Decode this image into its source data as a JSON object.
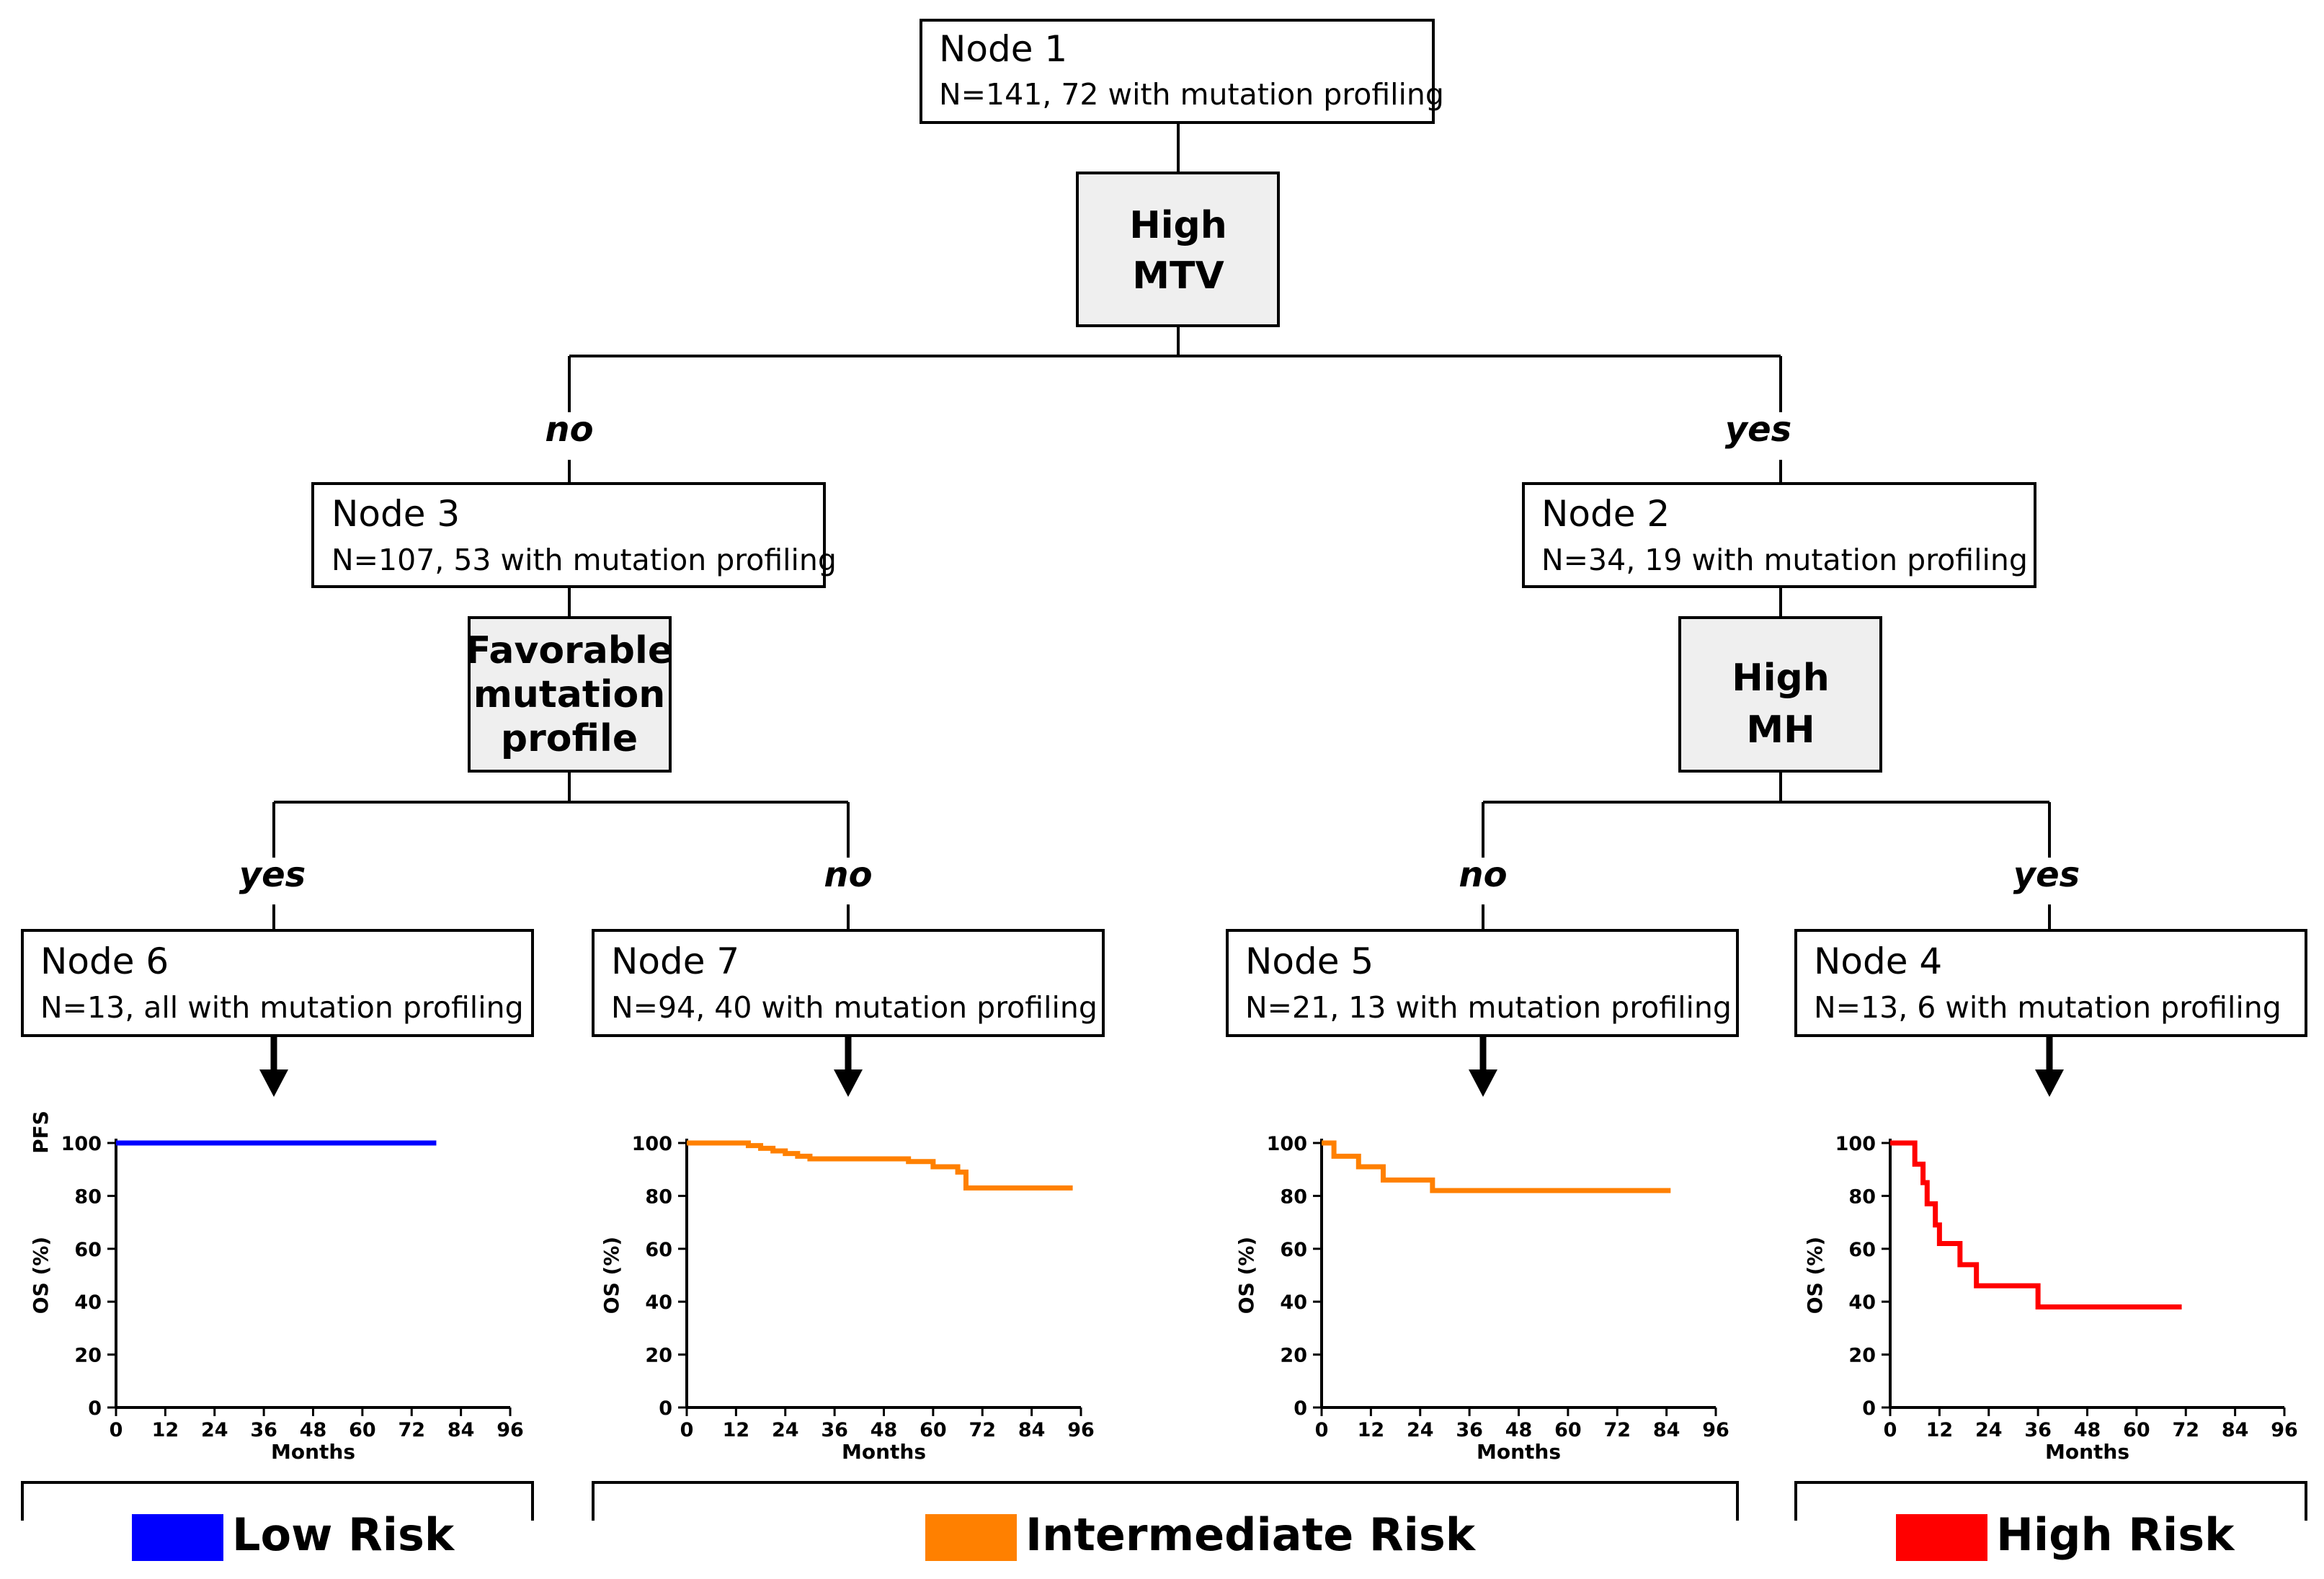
{
  "nodes": {
    "node1": {
      "title": "Node 1",
      "subtitle": "N=141, 72 with mutation profiling"
    },
    "node3": {
      "title": "Node 3",
      "subtitle": "N=107, 53 with mutation profiling"
    },
    "node2": {
      "title": "Node 2",
      "subtitle": "N=34, 19 with mutation profiling"
    },
    "node6": {
      "title": "Node 6",
      "subtitle": "N=13, all with mutation profiling"
    },
    "node7": {
      "title": "Node 7",
      "subtitle": "N=94, 40 with mutation profiling"
    },
    "node5": {
      "title": "Node 5",
      "subtitle": "N=21, 13 with mutation profiling"
    },
    "node4": {
      "title": "Node 4",
      "subtitle": "N=13, 6 with mutation profiling"
    }
  },
  "decisions": {
    "mtv": [
      "High",
      "MTV"
    ],
    "mutation": [
      "Favorable",
      "mutation",
      "profile"
    ],
    "mh": [
      "High",
      "MH"
    ]
  },
  "branches": {
    "root_left": "no",
    "root_right": "yes",
    "node3_left": "yes",
    "node3_right": "no",
    "node2_left": "no",
    "node2_right": "yes"
  },
  "colors": {
    "low": "#0000ff",
    "intermediate": "#ff8000",
    "high": "#ff0000",
    "decision_fill": "#efefef"
  },
  "chart_data": [
    {
      "type": "line",
      "panel": "node6",
      "xlabel": "Months",
      "ylabel": "OS (%)",
      "extra_label": "PFS",
      "xticks": [
        0,
        12,
        24,
        36,
        48,
        60,
        72,
        84,
        96
      ],
      "yticks": [
        0,
        20,
        40,
        60,
        80,
        100
      ],
      "xlim": [
        0,
        96
      ],
      "ylim": [
        0,
        100
      ],
      "color": "#0000ff",
      "series": [
        {
          "x": [
            0,
            78
          ],
          "y": [
            100,
            100
          ]
        }
      ]
    },
    {
      "type": "line",
      "panel": "node7",
      "xlabel": "Months",
      "ylabel": "OS (%)",
      "xticks": [
        0,
        12,
        24,
        36,
        48,
        60,
        72,
        84,
        96
      ],
      "yticks": [
        0,
        20,
        40,
        60,
        80,
        100
      ],
      "xlim": [
        0,
        96
      ],
      "ylim": [
        0,
        100
      ],
      "color": "#ff8000",
      "series": [
        {
          "x": [
            0,
            12,
            15,
            18,
            21,
            24,
            27,
            30,
            33,
            50,
            54,
            60,
            66,
            68,
            94
          ],
          "y": [
            100,
            100,
            99,
            98,
            97,
            96,
            95,
            94,
            94,
            94,
            93,
            91,
            89,
            83,
            83
          ]
        }
      ]
    },
    {
      "type": "line",
      "panel": "node5",
      "xlabel": "Months",
      "ylabel": "OS (%)",
      "xticks": [
        0,
        12,
        24,
        36,
        48,
        60,
        72,
        84,
        96
      ],
      "yticks": [
        0,
        20,
        40,
        60,
        80,
        100
      ],
      "xlim": [
        0,
        96
      ],
      "ylim": [
        0,
        100
      ],
      "color": "#ff8000",
      "series": [
        {
          "x": [
            0,
            3,
            9,
            15,
            27,
            85
          ],
          "y": [
            100,
            95,
            91,
            86,
            82,
            82
          ]
        }
      ]
    },
    {
      "type": "line",
      "panel": "node4",
      "xlabel": "Months",
      "ylabel": "OS (%)",
      "xticks": [
        0,
        12,
        24,
        36,
        48,
        60,
        72,
        84,
        96
      ],
      "yticks": [
        0,
        20,
        40,
        60,
        80,
        100
      ],
      "xlim": [
        0,
        96
      ],
      "ylim": [
        0,
        100
      ],
      "color": "#ff0000",
      "series": [
        {
          "x": [
            0,
            6,
            8,
            9,
            11,
            12,
            17,
            21,
            36,
            71
          ],
          "y": [
            100,
            92,
            85,
            77,
            69,
            62,
            54,
            46,
            38,
            38
          ]
        }
      ]
    }
  ],
  "legend": [
    {
      "label": "Low Risk",
      "color": "#0000ff"
    },
    {
      "label": "Intermediate Risk",
      "color": "#ff8000"
    },
    {
      "label": "High Risk",
      "color": "#ff0000"
    }
  ]
}
